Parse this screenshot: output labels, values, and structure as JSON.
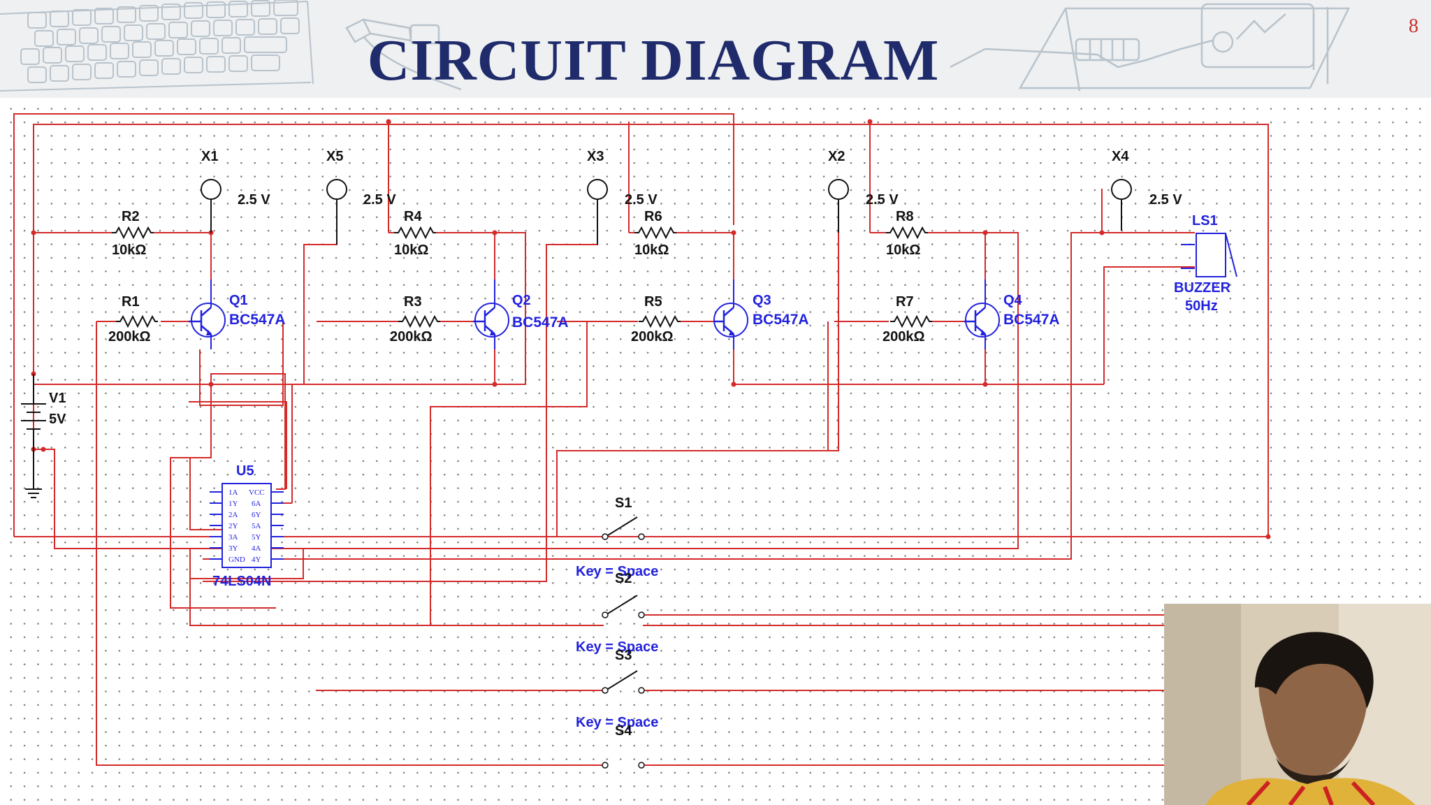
{
  "slide": {
    "title": "CIRCUIT DIAGRAM",
    "page_number": "8"
  },
  "schematic": {
    "probes": [
      {
        "name": "X1",
        "value": "2.5 V"
      },
      {
        "name": "X5",
        "value": "2.5 V"
      },
      {
        "name": "X3",
        "value": "2.5 V"
      },
      {
        "name": "X2",
        "value": "2.5 V"
      },
      {
        "name": "X4",
        "value": "2.5 V"
      }
    ],
    "collector_resistors": [
      {
        "ref": "R2",
        "value": "10kΩ"
      },
      {
        "ref": "R4",
        "value": "10kΩ"
      },
      {
        "ref": "R6",
        "value": "10kΩ"
      },
      {
        "ref": "R8",
        "value": "10kΩ"
      }
    ],
    "base_resistors": [
      {
        "ref": "R1",
        "value": "200kΩ"
      },
      {
        "ref": "R3",
        "value": "200kΩ"
      },
      {
        "ref": "R5",
        "value": "200kΩ"
      },
      {
        "ref": "R7",
        "value": "200kΩ"
      }
    ],
    "transistors": [
      {
        "ref": "Q1",
        "model": "BC547A"
      },
      {
        "ref": "Q2",
        "model": "BC547A"
      },
      {
        "ref": "Q3",
        "model": "BC547A"
      },
      {
        "ref": "Q4",
        "model": "BC547A"
      }
    ],
    "source": {
      "ref": "V1",
      "value": "5V"
    },
    "buzzer": {
      "ref": "LS1",
      "type": "BUZZER",
      "freq": "50Hz"
    },
    "ic": {
      "ref": "U5",
      "part": "74LS04N",
      "left_pins": [
        "1A",
        "1Y",
        "2A",
        "2Y",
        "3A",
        "3Y",
        "GND"
      ],
      "right_pins": [
        "VCC",
        "6A",
        "6Y",
        "5A",
        "5Y",
        "4A",
        "4Y"
      ]
    },
    "switches": [
      {
        "ref": "S1",
        "key": "Key = Space"
      },
      {
        "ref": "S2",
        "key": "Key = Space"
      },
      {
        "ref": "S3",
        "key": "Key = Space"
      },
      {
        "ref": "S4",
        "key": ""
      }
    ]
  },
  "colors": {
    "wire": "#d42a2a",
    "component": "#2222dd",
    "label": "#111111",
    "title": "#1f2b6b",
    "grid_dot": "#7a7a7a"
  },
  "webcam": {
    "icon": "presenter-video-icon"
  }
}
